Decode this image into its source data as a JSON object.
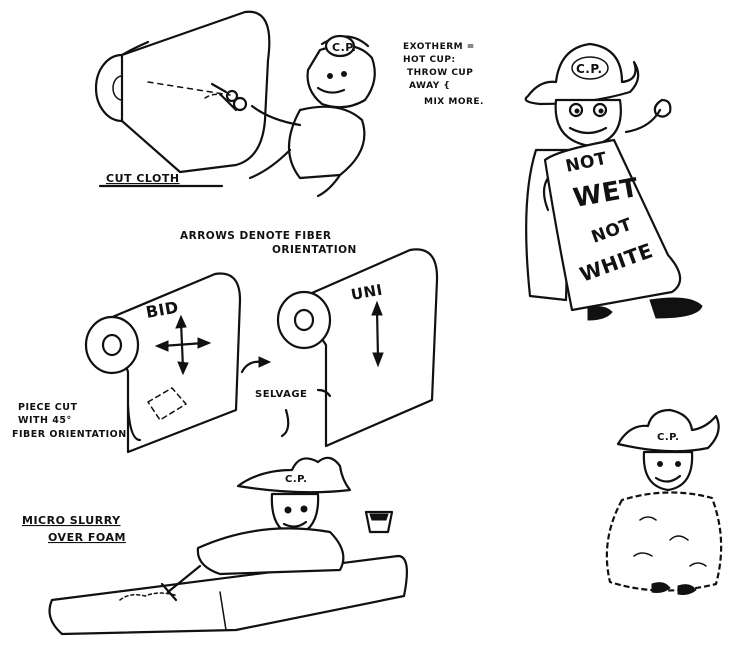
{
  "cut_cloth": {
    "caption": "CUT CLOTH"
  },
  "exotherm_note": {
    "lines": [
      "EXOTHERM =",
      "HOT CUP:",
      "THROW CUP",
      "AWAY {",
      "MIX MORE."
    ]
  },
  "arrows_note": {
    "lines": [
      "ARROWS DENOTE FIBER",
      "ORIENTATION"
    ]
  },
  "bid_roll": {
    "label": "BID"
  },
  "uni_roll": {
    "label": "UNI"
  },
  "piece_cut_note": {
    "lines": [
      "PIECE CUT",
      "WITH 45°",
      "FIBER ORIENTATION"
    ]
  },
  "selvage": {
    "label": "SELVAGE"
  },
  "micro_slurry": {
    "lines": [
      "MICRO SLURRY",
      "OVER FOAM"
    ]
  },
  "hat_badge": {
    "text": "C.P."
  },
  "sign": {
    "lines": [
      "NOT",
      "WET",
      "NOT",
      "WHITE"
    ]
  },
  "colors": {
    "ink": "#111111",
    "paper": "#ffffff"
  }
}
